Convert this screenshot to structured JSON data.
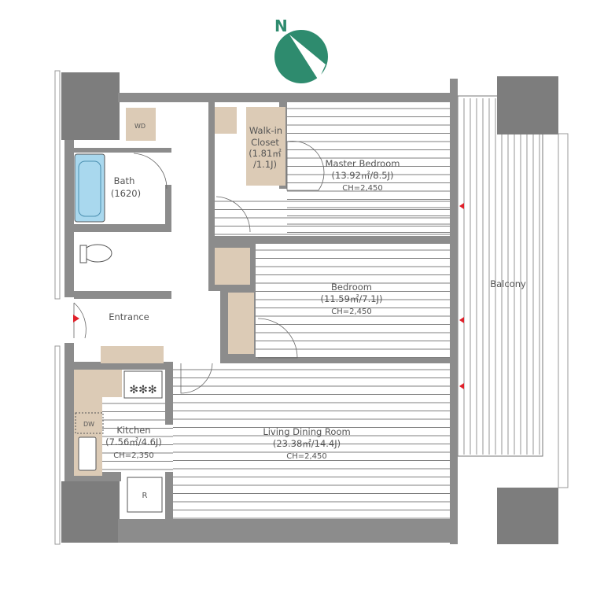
{
  "compass": {
    "label": "N",
    "color": "#2e8b6e"
  },
  "rooms": {
    "master_bedroom": {
      "name": "Master Bedroom",
      "area": "(13.92㎡/8.5J)",
      "ch": "CH=2,450"
    },
    "walk_in_closet": {
      "line1": "Walk-in",
      "line2": "Closet",
      "line3": "(1.81㎡",
      "line4": "/1.1J)"
    },
    "bath": {
      "name": "Bath",
      "size": "(1620)"
    },
    "bedroom": {
      "name": "Bedroom",
      "area": "(11.59㎡/7.1J)",
      "ch": "CH=2,450"
    },
    "entrance": {
      "name": "Entrance"
    },
    "kitchen": {
      "name": "Kitchen",
      "area": "(7.56㎡/4.6J)",
      "ch": "CH=2,350"
    },
    "living": {
      "name": "Living Dining Room",
      "area": "(23.38㎡/14.4J)",
      "ch": "CH=2,450"
    },
    "balcony": {
      "name": "Balcony"
    }
  },
  "fixtures": {
    "wd": "WD",
    "dw": "DW",
    "fridge": "R"
  },
  "colors": {
    "wall": "#8c8c8c",
    "tub": "#a9d8ee",
    "storage": "#dccbb6",
    "arrow": "#e0202a"
  }
}
